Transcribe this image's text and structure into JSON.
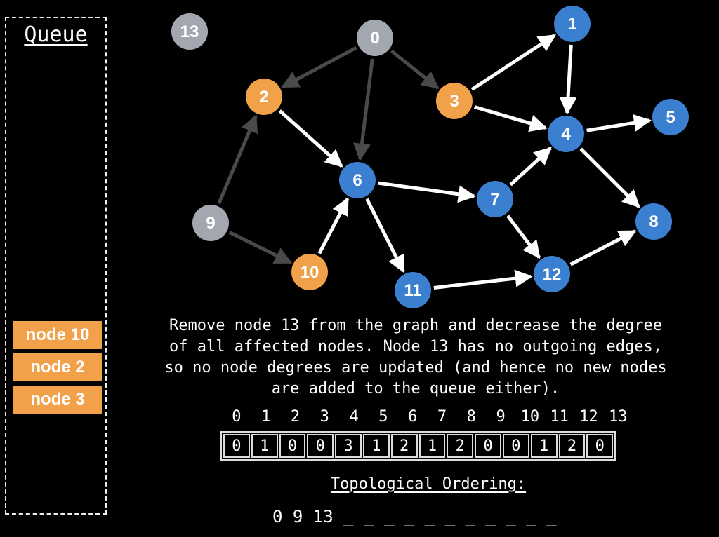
{
  "queue": {
    "title": "Queue",
    "items": [
      "node 10",
      "node 2",
      "node 3"
    ]
  },
  "colors": {
    "processed": "#a3a8b0",
    "queued": "#f0a14a",
    "pending": "#3b7fd0",
    "edge_removed": "#4a4a4a",
    "edge_active": "#ffffff",
    "background": "#000000"
  },
  "graph": {
    "nodes": [
      {
        "id": "0",
        "state": "processed"
      },
      {
        "id": "1",
        "state": "pending"
      },
      {
        "id": "2",
        "state": "queued"
      },
      {
        "id": "3",
        "state": "queued"
      },
      {
        "id": "4",
        "state": "pending"
      },
      {
        "id": "5",
        "state": "pending"
      },
      {
        "id": "6",
        "state": "pending"
      },
      {
        "id": "7",
        "state": "pending"
      },
      {
        "id": "8",
        "state": "pending"
      },
      {
        "id": "9",
        "state": "processed"
      },
      {
        "id": "10",
        "state": "queued"
      },
      {
        "id": "11",
        "state": "pending"
      },
      {
        "id": "12",
        "state": "pending"
      },
      {
        "id": "13",
        "state": "processed"
      }
    ],
    "edges": [
      {
        "from": "0",
        "to": "2",
        "state": "removed"
      },
      {
        "from": "0",
        "to": "6",
        "state": "removed"
      },
      {
        "from": "0",
        "to": "3",
        "state": "removed"
      },
      {
        "from": "9",
        "to": "2",
        "state": "removed"
      },
      {
        "from": "9",
        "to": "10",
        "state": "removed"
      },
      {
        "from": "2",
        "to": "6",
        "state": "active"
      },
      {
        "from": "3",
        "to": "1",
        "state": "active"
      },
      {
        "from": "3",
        "to": "4",
        "state": "active"
      },
      {
        "from": "1",
        "to": "4",
        "state": "active"
      },
      {
        "from": "4",
        "to": "5",
        "state": "active"
      },
      {
        "from": "4",
        "to": "8",
        "state": "active"
      },
      {
        "from": "6",
        "to": "7",
        "state": "active"
      },
      {
        "from": "6",
        "to": "11",
        "state": "active"
      },
      {
        "from": "10",
        "to": "6",
        "state": "active"
      },
      {
        "from": "7",
        "to": "4",
        "state": "active"
      },
      {
        "from": "7",
        "to": "12",
        "state": "active"
      },
      {
        "from": "11",
        "to": "12",
        "state": "active"
      },
      {
        "from": "12",
        "to": "8",
        "state": "active"
      }
    ]
  },
  "description": "Remove node 13 from the graph and decrease the degree\nof all affected nodes. Node 13 has no outgoing edges,\nso no node degrees are updated (and hence no new nodes\nare added to the queue either).",
  "in_degree": {
    "indices": [
      "0",
      "1",
      "2",
      "3",
      "4",
      "5",
      "6",
      "7",
      "8",
      "9",
      "10",
      "11",
      "12",
      "13"
    ],
    "values": [
      "0",
      "1",
      "0",
      "0",
      "3",
      "1",
      "2",
      "1",
      "2",
      "0",
      "0",
      "1",
      "2",
      "0"
    ]
  },
  "topological_ordering": {
    "title": "Topological Ordering:",
    "ordered": "0 9 13",
    "remaining_slots": 11
  }
}
